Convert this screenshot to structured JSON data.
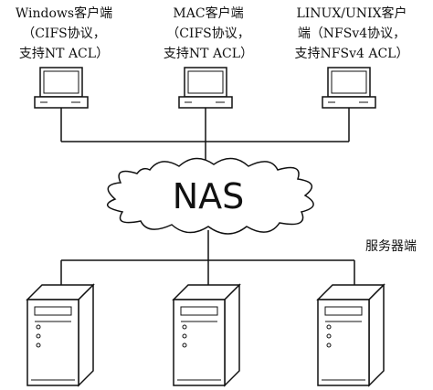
{
  "clients": [
    {
      "id": "windows",
      "lines": [
        "Windows客户端",
        "（CIFS协议，",
        "支持NT ACL）"
      ]
    },
    {
      "id": "mac",
      "lines": [
        "MAC客户端",
        "（CIFS协议，",
        "支持NT ACL）"
      ]
    },
    {
      "id": "unix",
      "lines": [
        "LINUX/UNIX客户",
        "端（NFSv4协议，",
        "支持NFSv4 ACL）"
      ]
    }
  ],
  "nas": {
    "label": "NAS"
  },
  "servers": {
    "label": "服务器端",
    "count": 3
  },
  "colors": {
    "line": "#111111",
    "fill": "#ffffff"
  }
}
